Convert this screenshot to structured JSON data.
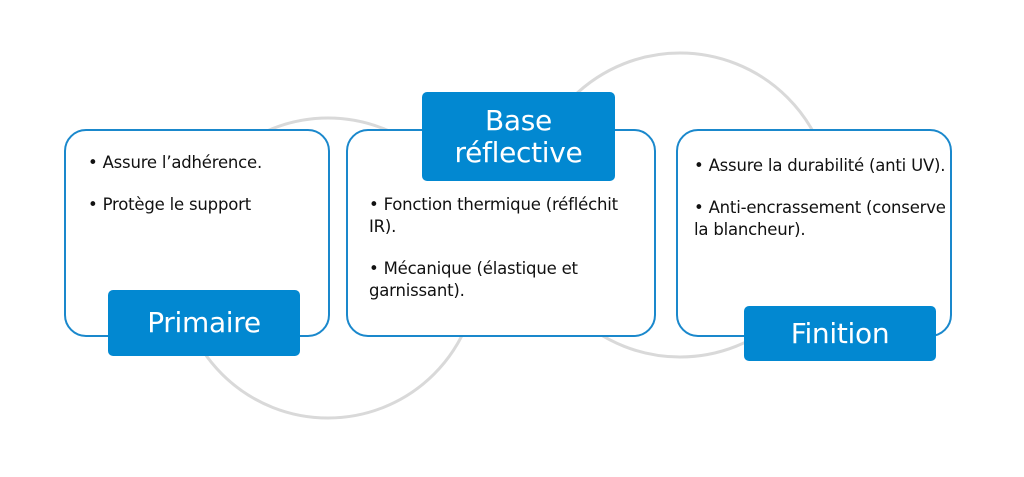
{
  "diagram": {
    "colors": {
      "accent": "#0288d1",
      "card_border": "#1a88cc",
      "connector": "#d9d9d9",
      "text": "#111111"
    },
    "steps": [
      {
        "title": "Primaire",
        "bullets": [
          "• Assure l’adhérence.",
          "• Protège le support"
        ]
      },
      {
        "title_line1": "Base",
        "title_line2": "réflective",
        "bullets": [
          "• Fonction thermique (réfléchit IR).",
          "• Mécanique (élastique et garnissant)."
        ]
      },
      {
        "title": "Finition",
        "bullets": [
          "• Assure la durabilité (anti UV).",
          "• Anti-encrassement (conserve la blancheur)."
        ]
      }
    ]
  }
}
